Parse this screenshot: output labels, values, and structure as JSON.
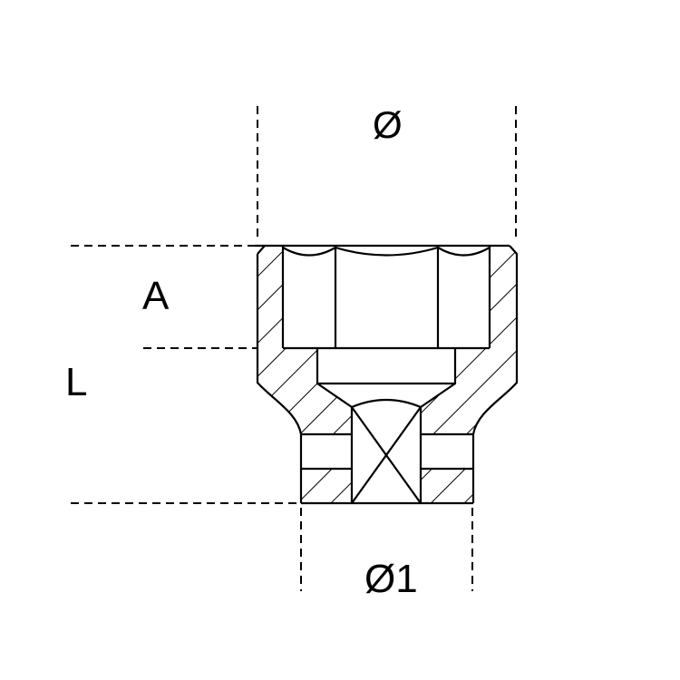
{
  "drawing": {
    "subject": "socket section drawing",
    "stroke_color": "#000000",
    "background": "#ffffff"
  },
  "labels": {
    "outer_diameter": "Ø",
    "drive_diameter": "Ø1",
    "socket_depth": "A",
    "length": "L"
  }
}
